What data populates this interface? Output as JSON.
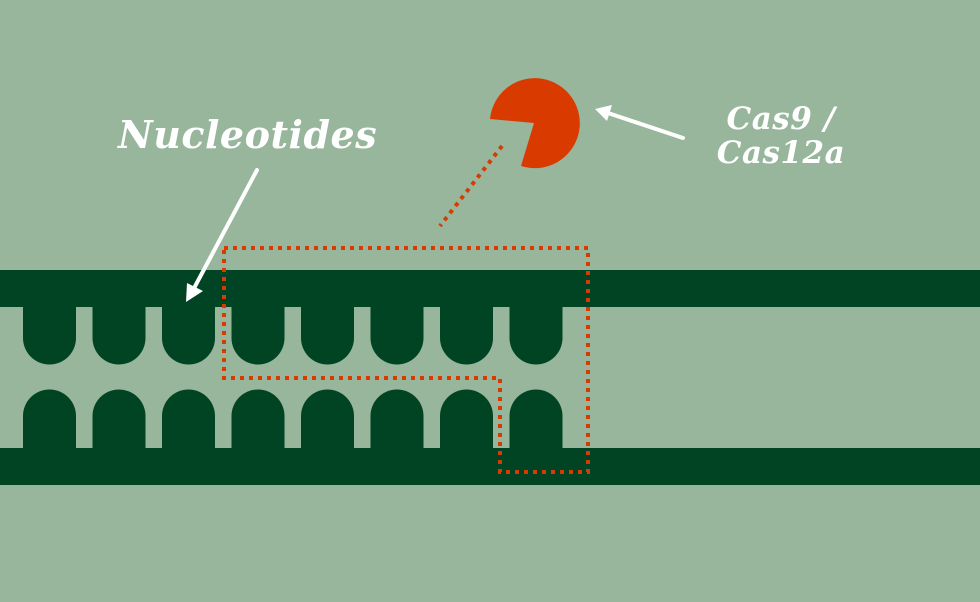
{
  "labels": {
    "nucleotides": "Nucleotides",
    "cas_line1": "Cas9 /",
    "cas_line2": "Cas12a"
  },
  "colors": {
    "background": "#97b69b",
    "dna_strand": "#014423",
    "cas_protein": "#d93a00",
    "guide_outline": "#d93a00",
    "arrow": "#ffffff"
  },
  "diagram": {
    "top_strand_nucleotides": 8,
    "bottom_strand_nucleotides": 8,
    "icons": [
      "cas-protein-icon",
      "pointer-arrow-icon"
    ]
  }
}
